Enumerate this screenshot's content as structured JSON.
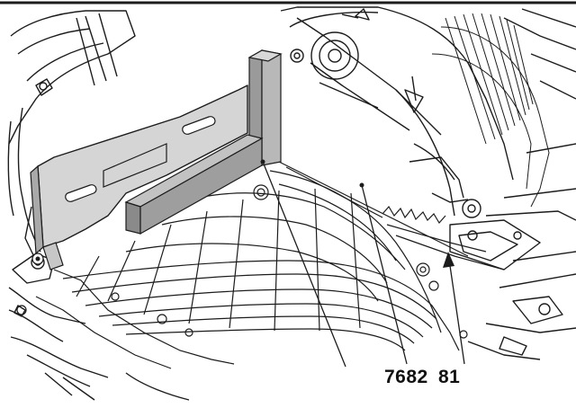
{
  "callouts": [
    {
      "id": "a",
      "label": "7682"
    },
    {
      "id": "b",
      "label": "81"
    }
  ],
  "colors": {
    "line": "#1c1c1c",
    "fence_face": "#d5d5d5",
    "fence_dark": "#8f8f8f",
    "fence_mid": "#b3b3b3",
    "background": "#ffffff"
  }
}
